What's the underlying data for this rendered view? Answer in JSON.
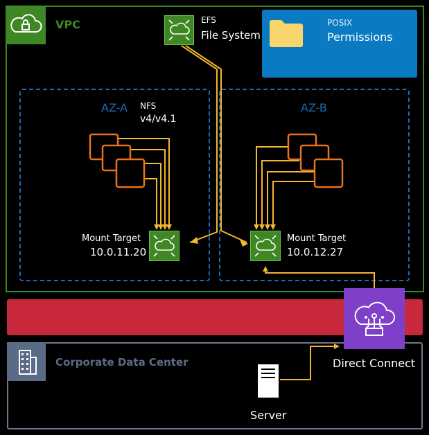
{
  "vpc": {
    "label": "VPC"
  },
  "efs": {
    "small_label": "EFS",
    "name": "File System"
  },
  "posix": {
    "small_label": "POSIX",
    "main_label": "Permissions"
  },
  "az_a": {
    "label": "AZ-A",
    "protocol_label": "NFS",
    "protocol_version": "v4/v4.1",
    "mount_target_label": "Mount Target",
    "mount_target_ip": "10.0.11.20"
  },
  "az_b": {
    "label": "AZ-B",
    "mount_target_label": "Mount Target",
    "mount_target_ip": "10.0.12.27"
  },
  "data_center": {
    "label": "Corporate Data Center"
  },
  "direct_connect": {
    "label": "Direct Connect"
  },
  "server": {
    "label": "Server"
  },
  "colors": {
    "vpc_green": "#3f8624",
    "az_blue": "#1b6cb5",
    "posix_blue": "#0a7bc2",
    "connector_orange": "#f5b730",
    "instance_orange": "#e8731c",
    "band_red": "#c7293a",
    "dc_gray": "#5a6b86",
    "direct_connect_purple": "#7f3fc8"
  },
  "icons": [
    "cloud-lock-icon",
    "efs-icon",
    "folder-icon",
    "ec2-instance-icon",
    "building-icon",
    "direct-connect-icon",
    "server-icon"
  ]
}
